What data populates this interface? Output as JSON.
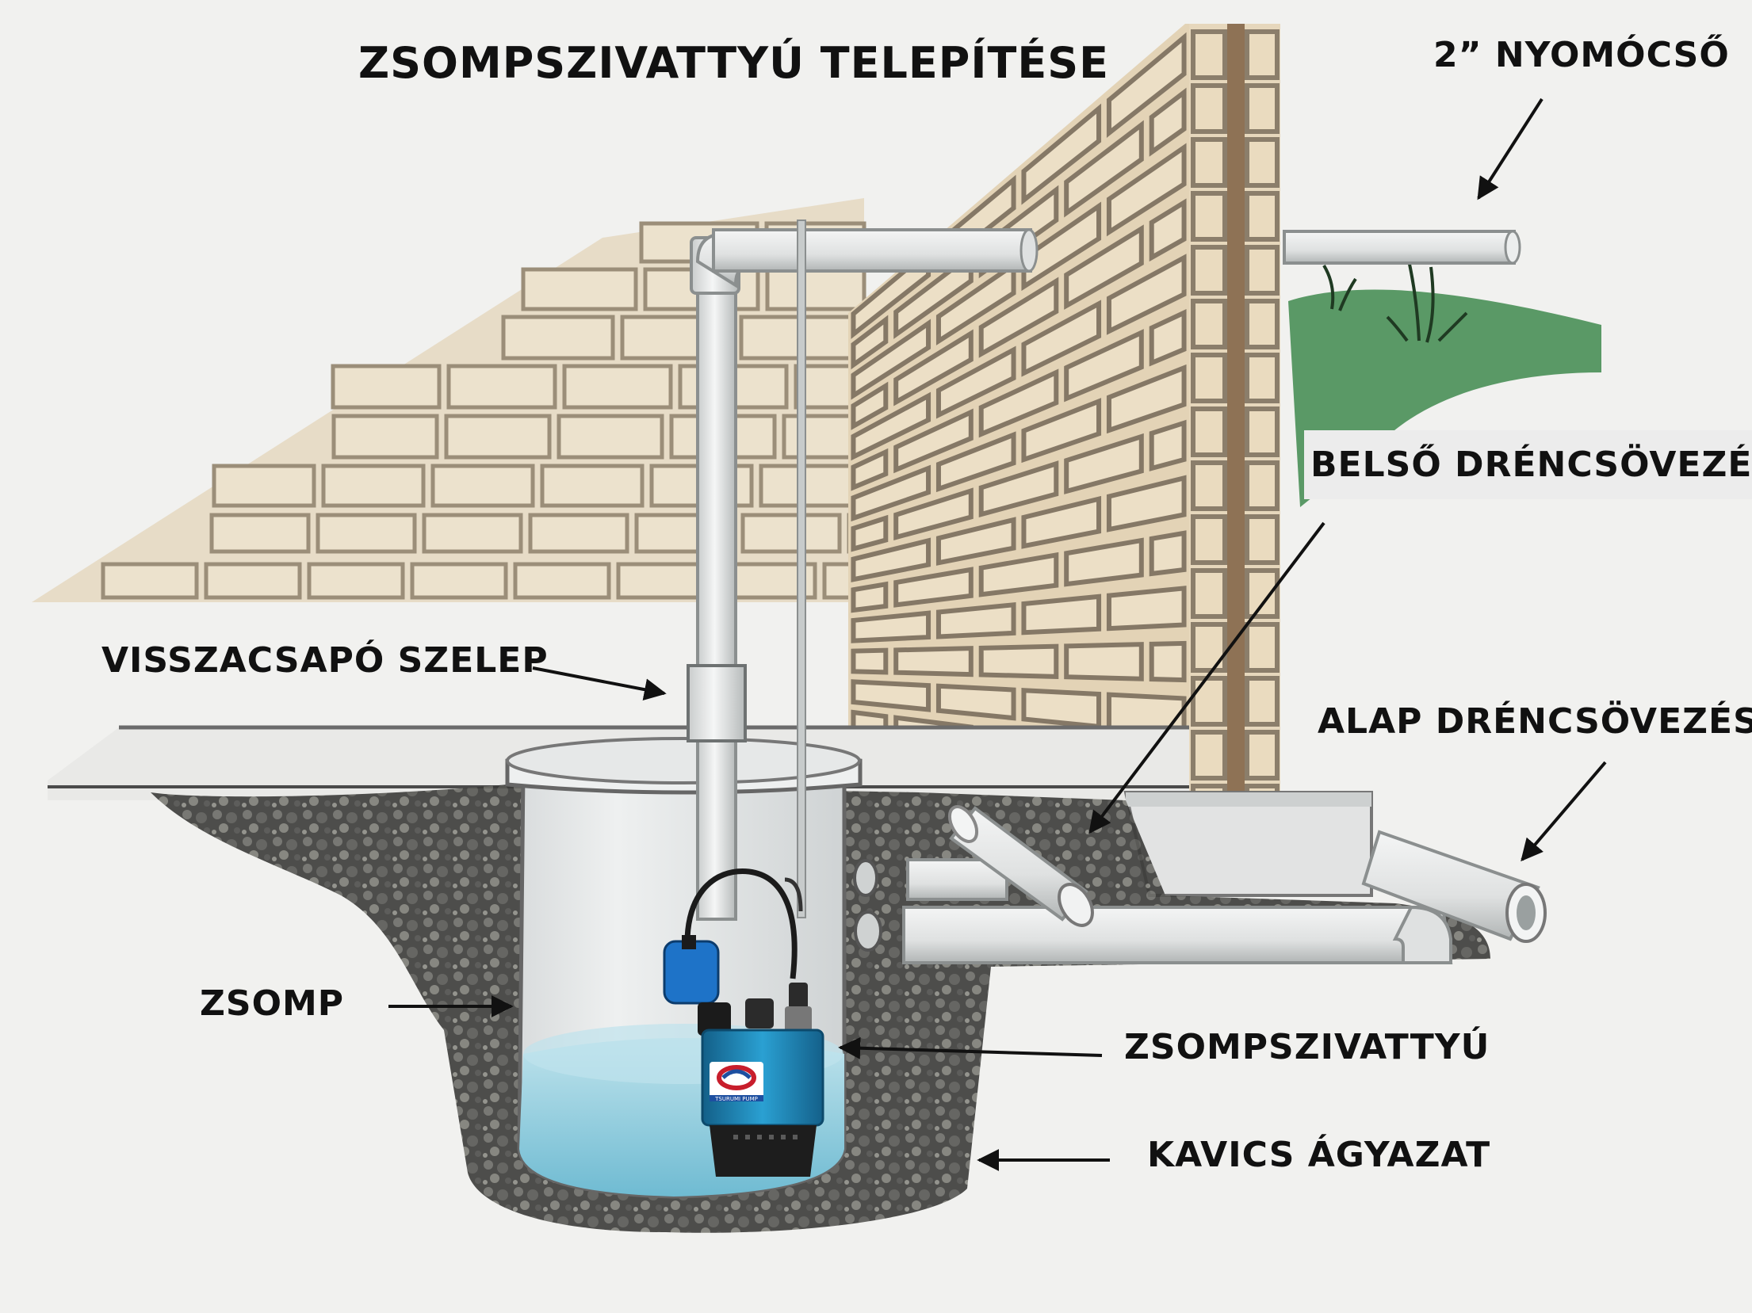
{
  "title": "ZSOMPSZIVATTYÚ TELEPÍTÉSE",
  "labels": {
    "discharge_pipe": "2” NYOMÓCSŐ",
    "interior_drain": "BELSŐ DRÉNCSÖVEZÉS",
    "check_valve": "VISSZACSAPÓ SZELEP",
    "footing_drain": "ALAP DRÉNCSÖVEZÉS",
    "sump": "ZSOMP",
    "sump_pump": "ZSOMPSZIVATTYÚ",
    "gravel_bed": "KAVICS ÁGYAZAT"
  },
  "pump_brand": "TSURUMI PUMP",
  "colors": {
    "brick": "#eadcc4",
    "mortar": "#8a7d69",
    "pipe": "#e4e6e6",
    "water": "#7fc3d6",
    "pump_body": "#1f86b8",
    "float_switch": "#1e73c8",
    "grass": "#3f8a4d",
    "gravel": "#3a3a38"
  }
}
